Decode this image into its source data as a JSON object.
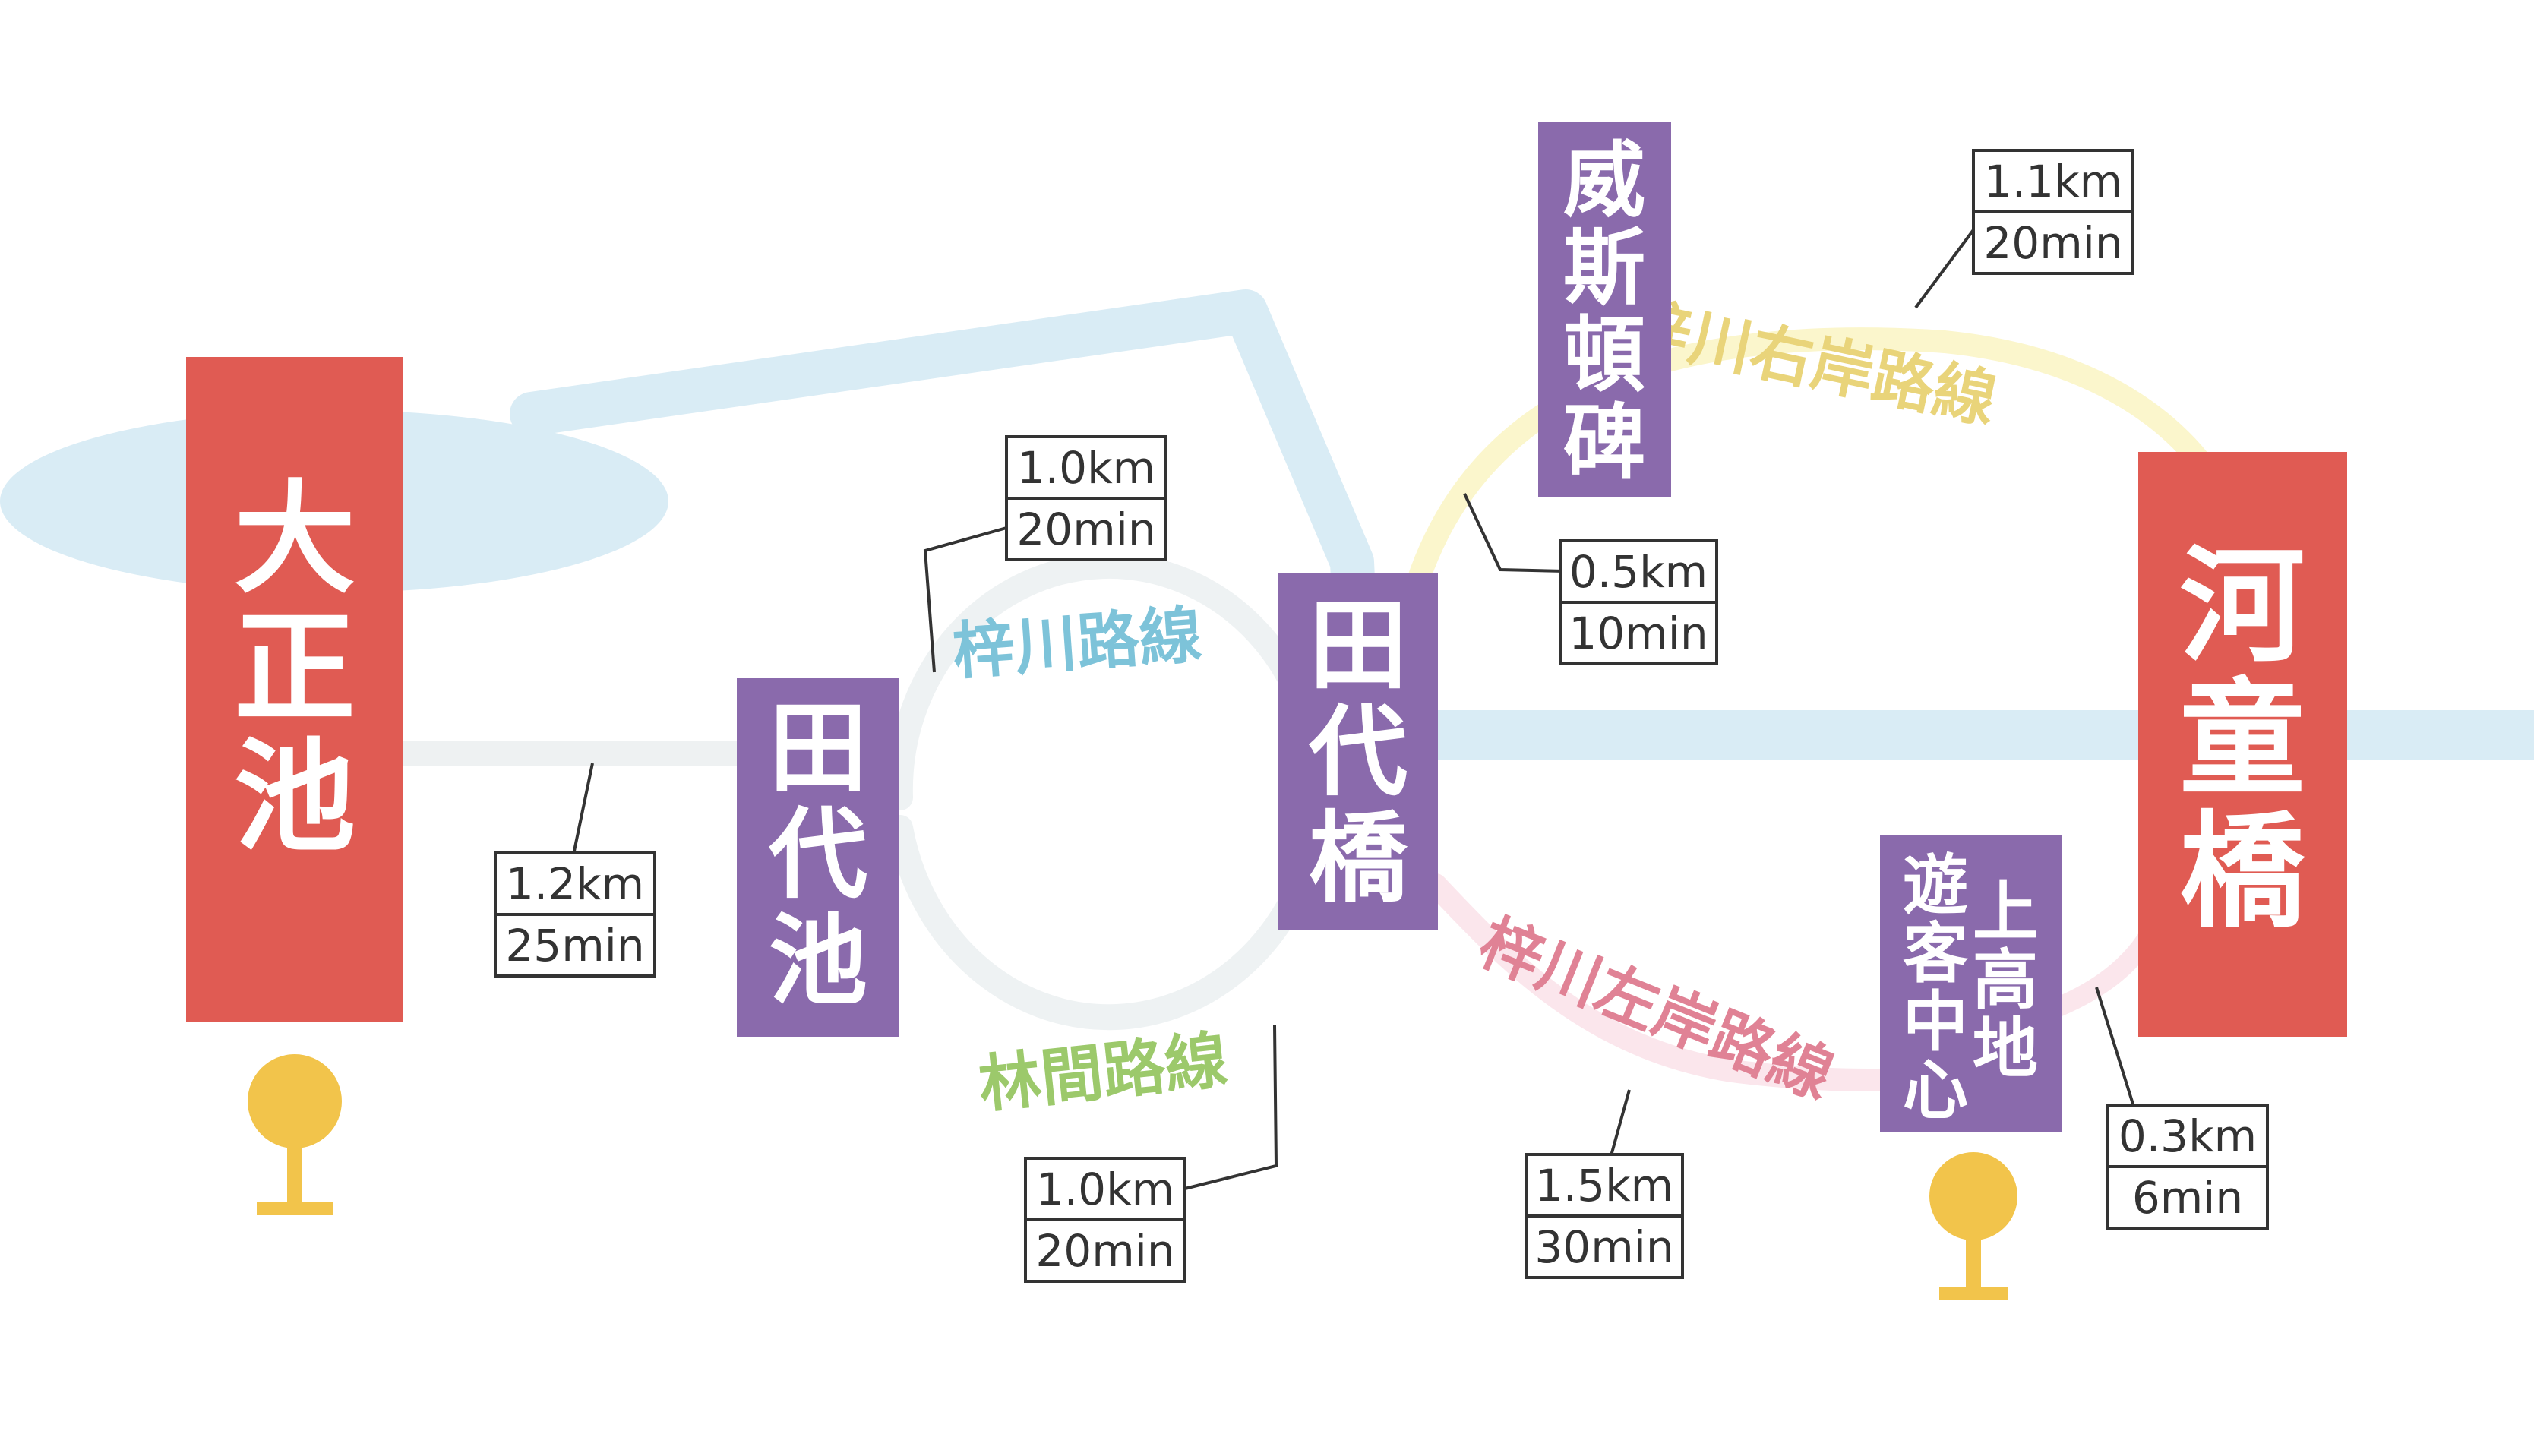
{
  "stations": {
    "taisho": "大正池",
    "tashiro_ike": "田代池",
    "tashiro_bashi": "田代橋",
    "weston": "威斯頓碑",
    "kappa": "河童橋",
    "visitor_center": {
      "line1": "上高地",
      "line2": "遊客中心"
    }
  },
  "routes": {
    "azusa": "梓川路線",
    "rinkan": "林間路線",
    "right_bank": "梓川右岸路線",
    "left_bank": "梓川左岸路線"
  },
  "distances": {
    "taisho_to_tashiro": {
      "km": "1.2km",
      "min": "25min"
    },
    "azusa": {
      "km": "1.0km",
      "min": "20min"
    },
    "rinkan": {
      "km": "1.0km",
      "min": "20min"
    },
    "weston": {
      "km": "0.5km",
      "min": "10min"
    },
    "right_bank": {
      "km": "1.1km",
      "min": "20min"
    },
    "left_bank": {
      "km": "1.5km",
      "min": "30min"
    },
    "visitor_center": {
      "km": "0.3km",
      "min": "6min"
    }
  },
  "colors": {
    "river": "#d9ecf5",
    "major_station": "#e05b53",
    "minor_station": "#8a6aac",
    "azusa_route": "#7dc3d9",
    "rinkan_route": "#9cc96b",
    "right_bank_route": "#e9d47a",
    "left_bank_route": "#e08295",
    "bus_stop": "#f2c44b"
  },
  "icons": [
    "bus-stop-icon",
    "bus-stop-icon"
  ]
}
